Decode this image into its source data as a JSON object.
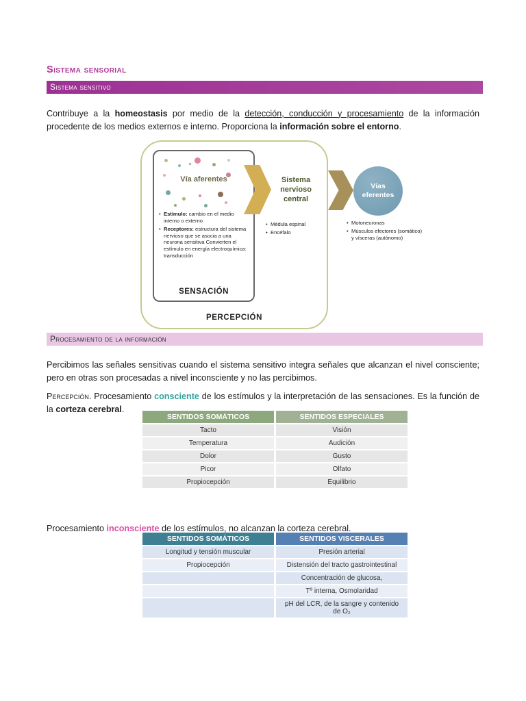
{
  "title": "Sistema sensorial",
  "banners": {
    "sensitivo": "Sistema sensitivo",
    "procesamiento": "Procesamiento de la información"
  },
  "intro": {
    "part1": "Contribuye a la ",
    "bold1": "homeostasis",
    "part2": " por medio de la ",
    "underline1": "detección, conducción y procesamiento",
    "part3": " de la información procedente de los medios externos e interno. Proporciona la ",
    "bold2": "información sobre el entorno",
    "part4": "."
  },
  "diagram": {
    "afferent": {
      "title": "Vía aferentes",
      "bullets": [
        {
          "label": "Estímulo:",
          "text": " cambio en el medio interno o externo"
        },
        {
          "label": "Receptores:",
          "text": " estructura del sistema nervioso que se asocia a una neurona sensitiva Convierten el estímulo en energía electroquímica: transducción"
        }
      ],
      "caption": "SENSACIÓN"
    },
    "cns": {
      "title": "Sistema nervioso central",
      "bullets": [
        "Médula espinal",
        "Encéfalo"
      ]
    },
    "efferent": {
      "title": "Vías eferentes",
      "bullets": [
        "Motoneuronas",
        "Músculos efectores (somático) y vísceras (autónomo)"
      ]
    },
    "caption": "PERCEPCIÓN",
    "dots": [
      [
        8,
        6,
        5,
        "#b9bd86"
      ],
      [
        28,
        14,
        4,
        "#7fb8ae"
      ],
      [
        52,
        4,
        9,
        "#e2849b"
      ],
      [
        78,
        12,
        5,
        "#8fae6f"
      ],
      [
        100,
        6,
        4,
        "#c9c9c9"
      ],
      [
        6,
        28,
        4,
        "#e8a8b8"
      ],
      [
        98,
        26,
        7,
        "#c78598"
      ],
      [
        10,
        52,
        7,
        "#74a89e"
      ],
      [
        34,
        62,
        5,
        "#aeb27e"
      ],
      [
        58,
        58,
        4,
        "#e2849b"
      ],
      [
        86,
        54,
        8,
        "#8a7055"
      ],
      [
        22,
        72,
        4,
        "#8fae6f"
      ],
      [
        66,
        72,
        5,
        "#74a89e"
      ],
      [
        96,
        68,
        4,
        "#e2a4b4"
      ],
      [
        44,
        12,
        3,
        "#9aa0a8"
      ]
    ]
  },
  "processing": {
    "p1": "Percibimos las señales sensitivas cuando el sistema sensitivo integra señales que alcanzan el nivel consciente; pero en otras son procesadas a nivel inconsciente y no las percibimos.",
    "perception": {
      "lead": "Percepción.",
      "part1": " Procesamiento ",
      "highlight": "consciente",
      "part2": " de los estímulos y la interpretación de las sensaciones. Es la función de la ",
      "bold": "corteza cerebral",
      "part3": "."
    },
    "unconscious": {
      "part1": "Procesamiento ",
      "highlight": "inconsciente",
      "part2": " de los estímulos, no alcanzan la corteza cerebral."
    }
  },
  "tables": {
    "conscious": {
      "headers": [
        "SENTIDOS SOMÁTICOS",
        "SENTIDOS ESPECIALES"
      ],
      "rows": [
        [
          "Tacto",
          "Visión"
        ],
        [
          "Temperatura",
          "Audición"
        ],
        [
          "Dolor",
          "Gusto"
        ],
        [
          "Picor",
          "Olfato"
        ],
        [
          "Propiocepción",
          "Equilibrio"
        ]
      ]
    },
    "unconscious": {
      "headers": [
        "SENTIDOS SOMÁTICOS",
        "SENTIDOS VISCERALES"
      ],
      "rows": [
        [
          "Longitud y tensión muscular",
          "Presión arterial"
        ],
        [
          "Propiocepción",
          "Distensión del tracto gastrointestinal"
        ],
        [
          "",
          "Concentración de glucosa,"
        ],
        [
          "",
          "Tº interna, Osmolaridad"
        ],
        [
          "",
          "pH del LCR, de la sangre y contenido de O₂"
        ]
      ]
    }
  },
  "colors": {
    "title": "#b03896",
    "banner_sensitivo_bg": "#a43a9a",
    "banner_procesamiento_bg": "#e9c7e4",
    "conscious_highlight": "#2fa49b",
    "unconscious_highlight": "#d94fa3",
    "table1_header_left": "#8da87d",
    "table1_header_right": "#a0b194",
    "table2_header_left": "#3e7f93",
    "table2_header_right": "#5580b3",
    "arrow1": "#d2ae54",
    "arrow2": "#a8905a",
    "efferent_circle": "#7ba3b8",
    "diagram_border": "#c6ca8c"
  }
}
